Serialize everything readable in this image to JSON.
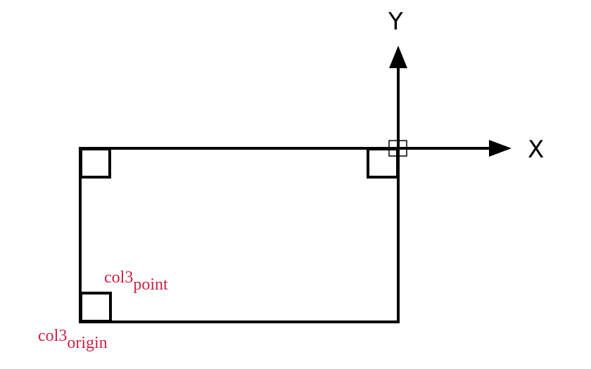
{
  "axes": {
    "x_label": "X",
    "y_label": "Y"
  },
  "labels": {
    "point": {
      "base": "col3",
      "sub": "point"
    },
    "origin": {
      "base": "col3",
      "sub": "origin"
    }
  },
  "colors": {
    "line": "#000000",
    "label": "#cc2244"
  }
}
